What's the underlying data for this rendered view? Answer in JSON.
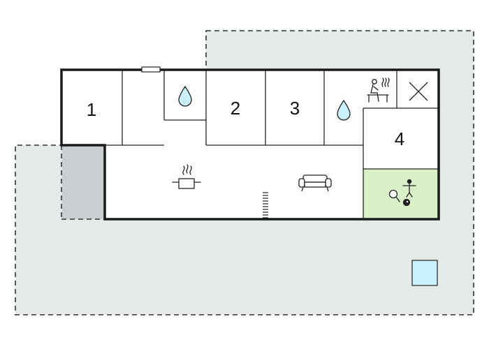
{
  "rooms": {
    "bedroom_1": {
      "label": "1"
    },
    "bedroom_2": {
      "label": "2"
    },
    "bedroom_3": {
      "label": "3"
    },
    "bedroom_4": {
      "label": "4"
    }
  },
  "icons": {
    "bathroom_1": "water-drop-icon",
    "bathroom_2": "water-drop-icon",
    "sauna": "sauna-icon",
    "technical_room": "cross-icon",
    "kitchen": "cooking-pot-icon",
    "living_room": "sofa-icon",
    "activity_room": "table-tennis-icon",
    "pool": "pool-square"
  },
  "colors": {
    "terrace": "#e4ebe7",
    "carport": "#c9cfd0",
    "activity_room": "#d9f0c8",
    "pool": "#c9f0fb",
    "walls": "#1a1a1a",
    "dashed_outline": "#333333"
  }
}
